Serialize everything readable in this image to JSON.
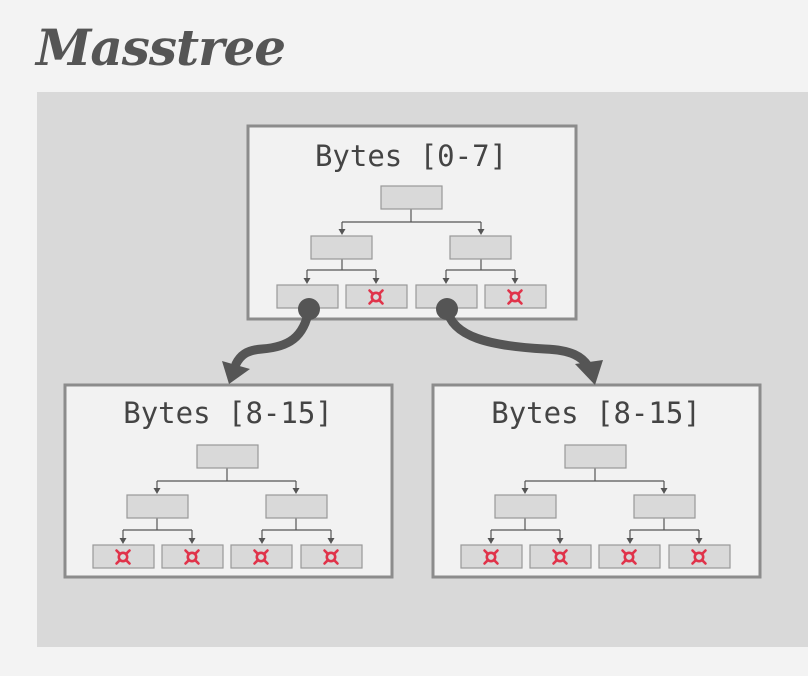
{
  "slide": {
    "title": "Masstree"
  },
  "trees": [
    {
      "label": "Bytes [0-7]",
      "leaves": [
        "pointer",
        "null",
        "pointer",
        "null"
      ]
    },
    {
      "label": "Bytes [8-15]",
      "leaves": [
        "null",
        "null",
        "null",
        "null"
      ]
    },
    {
      "label": "Bytes [8-15]",
      "leaves": [
        "null",
        "null",
        "null",
        "null"
      ]
    }
  ],
  "colors": {
    "background": "#f3f3f3",
    "panel": "#d9d9d9",
    "box_fill": "#f2f2f2",
    "box_border": "#8c8c8c",
    "node_fill": "#d9d9d9",
    "arrow": "#555555",
    "null_symbol": "#e0334a"
  }
}
